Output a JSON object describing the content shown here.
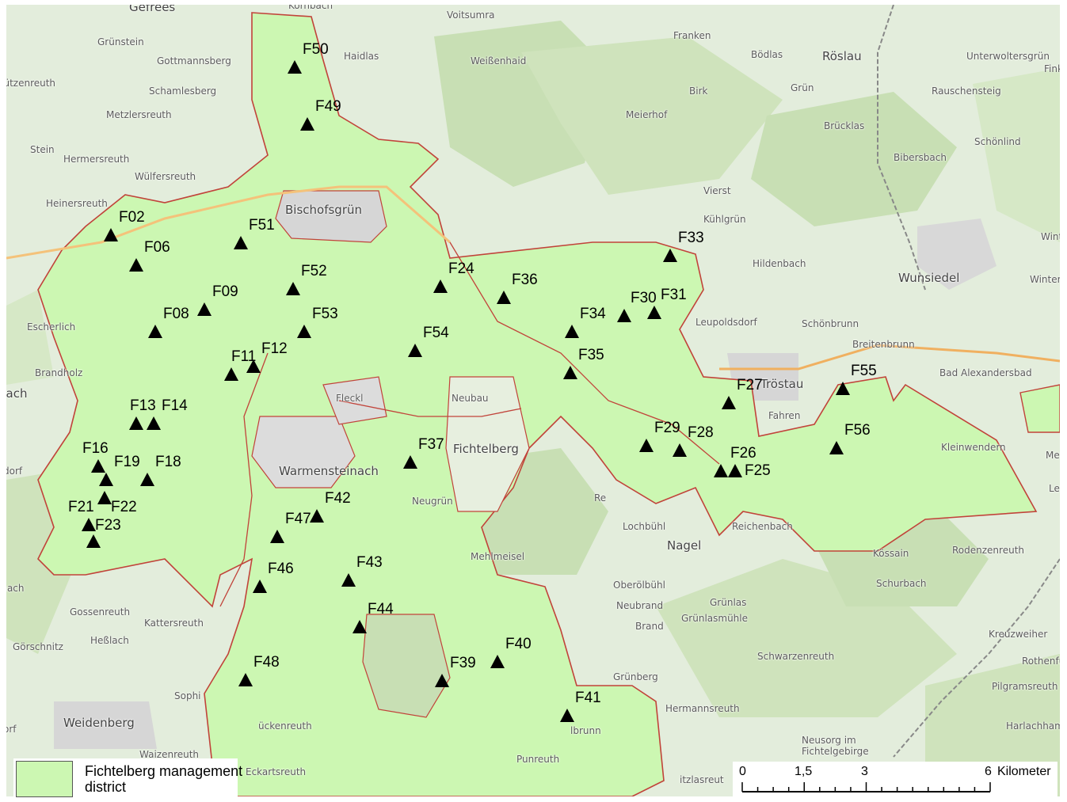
{
  "colors": {
    "district_fill": "#ccf7b2",
    "district_outline": "#c1433a",
    "basemap_forest": "#c8dfb4",
    "basemap_field": "#eef2e6",
    "marker": "#000000"
  },
  "places": [
    {
      "id": "gefrees",
      "name": "Gefrees"
    },
    {
      "id": "kornbach",
      "name": "Kornbach"
    },
    {
      "id": "voitsumra",
      "name": "Voitsumra"
    },
    {
      "id": "gruenstein",
      "name": "Grünstein"
    },
    {
      "id": "gottmannsberg",
      "name": "Gottmannsberg"
    },
    {
      "id": "haidlas",
      "name": "Haidlas"
    },
    {
      "id": "weissenhaid",
      "name": "Weißenhaid"
    },
    {
      "id": "franken",
      "name": "Franken"
    },
    {
      "id": "boedlas",
      "name": "Bödlas"
    },
    {
      "id": "roeslau",
      "name": "Röslau"
    },
    {
      "id": "unterwoltersgruen",
      "name": "Unterwoltersgrün"
    },
    {
      "id": "luetzenreuth",
      "name": "Lützenreuth"
    },
    {
      "id": "schamlesberg",
      "name": "Schamlesberg"
    },
    {
      "id": "birk",
      "name": "Birk"
    },
    {
      "id": "gruen",
      "name": "Grün"
    },
    {
      "id": "rauschensteig",
      "name": "Rauschensteig"
    },
    {
      "id": "metzlersreuth",
      "name": "Metzlersreuth"
    },
    {
      "id": "meierhof",
      "name": "Meierhof"
    },
    {
      "id": "bruecklas",
      "name": "Brücklas"
    },
    {
      "id": "schoenlind",
      "name": "Schönlind"
    },
    {
      "id": "stein",
      "name": "Stein"
    },
    {
      "id": "hermersreuth",
      "name": "Hermersreuth"
    },
    {
      "id": "bibersbach",
      "name": "Bibersbach"
    },
    {
      "id": "wuelfersreuth",
      "name": "Wülfersreuth"
    },
    {
      "id": "vierst",
      "name": "Vierst"
    },
    {
      "id": "heinersreuth",
      "name": "Heinersreuth"
    },
    {
      "id": "bischofsgruen",
      "name": "Bischofsgrün"
    },
    {
      "id": "kuehlgruen",
      "name": "Kühlgrün"
    },
    {
      "id": "hildenbach",
      "name": "Hildenbach"
    },
    {
      "id": "wunsiedel",
      "name": "Wunsiedel"
    },
    {
      "id": "winter",
      "name": "Winter"
    },
    {
      "id": "leupoldsdorf",
      "name": "Leupoldsdorf"
    },
    {
      "id": "schoenbrunn",
      "name": "Schönbrunn"
    },
    {
      "id": "escherlich",
      "name": "Escherlich"
    },
    {
      "id": "breitenbrunn",
      "name": "Breitenbrunn"
    },
    {
      "id": "brandholz",
      "name": "Brandholz"
    },
    {
      "id": "tostau",
      "name": "Tröstau"
    },
    {
      "id": "bad_alexandersbad",
      "name": "Bad Alexandersbad"
    },
    {
      "id": "nach",
      "name": "nach"
    },
    {
      "id": "neubau",
      "name": "Neubau"
    },
    {
      "id": "fahren",
      "name": "Fahren"
    },
    {
      "id": "fleckl",
      "name": "Fleckl"
    },
    {
      "id": "fichtelberg",
      "name": "Fichtelberg"
    },
    {
      "id": "warmensteinach",
      "name": "Warmensteinach"
    },
    {
      "id": "kleinwendern",
      "name": "Kleinwendern"
    },
    {
      "id": "dorf",
      "name": "dorf"
    },
    {
      "id": "neugruen",
      "name": "Neugrün"
    },
    {
      "id": "reichenbach_re",
      "name": "Re"
    },
    {
      "id": "lochbuehl",
      "name": "Lochbühl"
    },
    {
      "id": "nagel",
      "name": "Nagel"
    },
    {
      "id": "reichenbach",
      "name": "Reichenbach"
    },
    {
      "id": "koessain",
      "name": "Kössain"
    },
    {
      "id": "rodenzenreuth",
      "name": "Rodenzenreuth"
    },
    {
      "id": "mehlmeisel",
      "name": "Mehlmeisel"
    },
    {
      "id": "oberoelbuehl",
      "name": "Oberölbühl"
    },
    {
      "id": "schurbach",
      "name": "Schurbach"
    },
    {
      "id": "inach",
      "name": "inach"
    },
    {
      "id": "neubrand",
      "name": "Neubrand"
    },
    {
      "id": "gruenlas",
      "name": "Grünlas"
    },
    {
      "id": "gossenreuth",
      "name": "Gossenreuth"
    },
    {
      "id": "gruenlasmuehle",
      "name": "Grünlasmühle"
    },
    {
      "id": "kattersreuth",
      "name": "Kattersreuth"
    },
    {
      "id": "brand",
      "name": "Brand"
    },
    {
      "id": "kreuzweiher",
      "name": "Kreuzweiher"
    },
    {
      "id": "goerschnitz",
      "name": "Görschnitz"
    },
    {
      "id": "hesslach",
      "name": "Heßlach"
    },
    {
      "id": "schwarzenreuth",
      "name": "Schwarzenreuth"
    },
    {
      "id": "rothenfu",
      "name": "Rothenfu"
    },
    {
      "id": "gruenberg",
      "name": "Grünberg"
    },
    {
      "id": "pilgramsreuth",
      "name": "Pilgramsreuth"
    },
    {
      "id": "sophi",
      "name": "Sophi"
    },
    {
      "id": "hermannsreuth",
      "name": "Hermannsreuth"
    },
    {
      "id": "weidenberg",
      "name": "Weidenberg"
    },
    {
      "id": "harlachhamm",
      "name": "Harlachhamm"
    },
    {
      "id": "lbrunn",
      "name": "lbrunn"
    },
    {
      "id": "ruckenreuth",
      "name": "ückenreuth"
    },
    {
      "id": "orf",
      "name": "orf"
    },
    {
      "id": "neusorg",
      "name": "Neusorg im Fichtelgebirge"
    },
    {
      "id": "waizenreuth",
      "name": "Waizenreuth"
    },
    {
      "id": "punreuth",
      "name": "Punreuth"
    },
    {
      "id": "eckartsreuth",
      "name": "Eckartsreuth"
    },
    {
      "id": "itzlasreut",
      "name": "itzlasreut"
    },
    {
      "id": "me",
      "name": "Me"
    },
    {
      "id": "leu",
      "name": "Leu"
    },
    {
      "id": "fink",
      "name": "Fink"
    },
    {
      "id": "wint",
      "name": "Wint"
    }
  ],
  "sites": [
    {
      "id": "F50",
      "label": "F50"
    },
    {
      "id": "F49",
      "label": "F49"
    },
    {
      "id": "F02",
      "label": "F02"
    },
    {
      "id": "F51",
      "label": "F51"
    },
    {
      "id": "F06",
      "label": "F06"
    },
    {
      "id": "F33",
      "label": "F33"
    },
    {
      "id": "F24",
      "label": "F24"
    },
    {
      "id": "F52",
      "label": "F52"
    },
    {
      "id": "F36",
      "label": "F36"
    },
    {
      "id": "F09",
      "label": "F09"
    },
    {
      "id": "F30",
      "label": "F30"
    },
    {
      "id": "F31",
      "label": "F31"
    },
    {
      "id": "F08",
      "label": "F08"
    },
    {
      "id": "F53",
      "label": "F53"
    },
    {
      "id": "F34",
      "label": "F34"
    },
    {
      "id": "F54",
      "label": "F54"
    },
    {
      "id": "F12",
      "label": "F12"
    },
    {
      "id": "F11",
      "label": "F11"
    },
    {
      "id": "F35",
      "label": "F35"
    },
    {
      "id": "F55",
      "label": "F55"
    },
    {
      "id": "F27",
      "label": "F27"
    },
    {
      "id": "F13",
      "label": "F13"
    },
    {
      "id": "F14",
      "label": "F14"
    },
    {
      "id": "F56",
      "label": "F56"
    },
    {
      "id": "F29",
      "label": "F29"
    },
    {
      "id": "F28",
      "label": "F28"
    },
    {
      "id": "F16",
      "label": "F16"
    },
    {
      "id": "F37",
      "label": "F37"
    },
    {
      "id": "F19",
      "label": "F19"
    },
    {
      "id": "F18",
      "label": "F18"
    },
    {
      "id": "F26",
      "label": "F26"
    },
    {
      "id": "F25",
      "label": "F25"
    },
    {
      "id": "F22",
      "label": "F22"
    },
    {
      "id": "F42",
      "label": "F42"
    },
    {
      "id": "F21",
      "label": "F21"
    },
    {
      "id": "F23",
      "label": "F23"
    },
    {
      "id": "F47",
      "label": "F47"
    },
    {
      "id": "F46",
      "label": "F46"
    },
    {
      "id": "F43",
      "label": "F43"
    },
    {
      "id": "F44",
      "label": "F44"
    },
    {
      "id": "F40",
      "label": "F40"
    },
    {
      "id": "F39",
      "label": "F39"
    },
    {
      "id": "F48",
      "label": "F48"
    },
    {
      "id": "F41",
      "label": "F41"
    }
  ],
  "legend": {
    "label": "Fichtelberg management district"
  },
  "scalebar": {
    "ticks": [
      "0",
      "1,5",
      "3",
      "6"
    ],
    "unit": "Kilometer"
  }
}
